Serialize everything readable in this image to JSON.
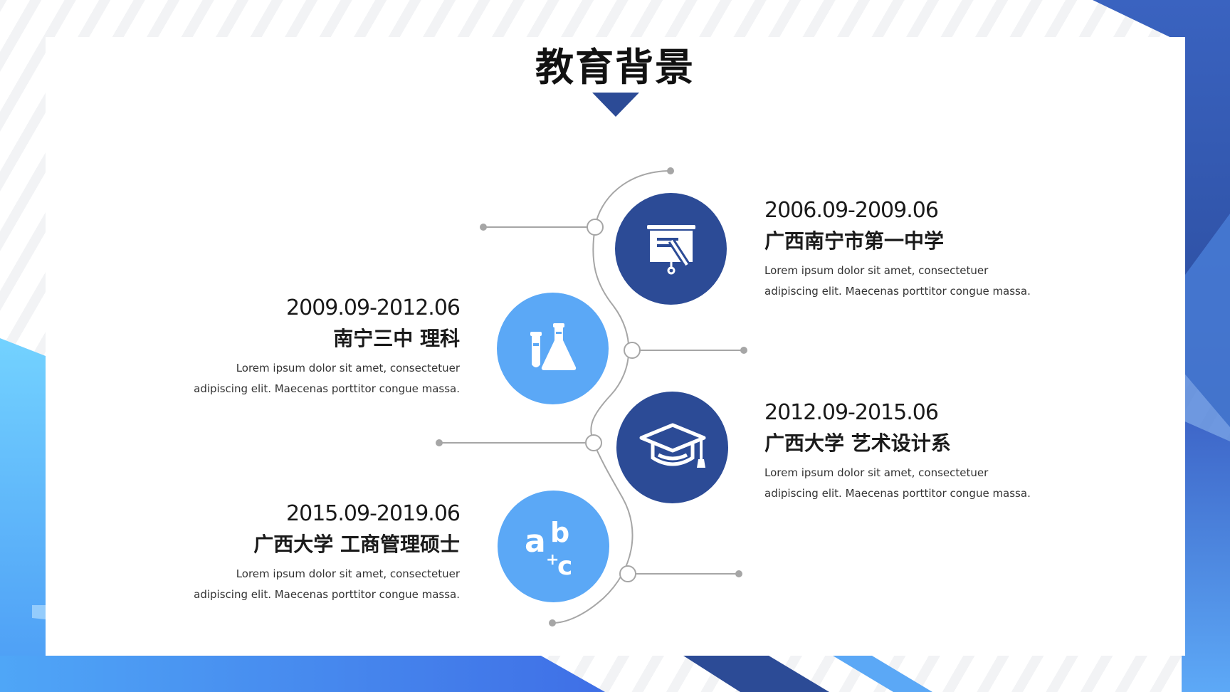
{
  "title": "教育背景",
  "colors": {
    "dark_blue": "#2c4b96",
    "light_blue": "#5ba8f6",
    "timeline_gray": "#a6a6a6"
  },
  "entries": [
    {
      "date": "2006.09-2009.06",
      "school": "广西南宁市第一中学",
      "desc_line1": "Lorem ipsum dolor sit amet, consectetuer",
      "desc_line2": "adipiscing elit. Maecenas porttitor congue massa.",
      "icon": "presentation-board-icon"
    },
    {
      "date": "2009.09-2012.06",
      "school": "南宁三中 理科",
      "desc_line1": "Lorem ipsum dolor sit amet, consectetuer",
      "desc_line2": "adipiscing elit. Maecenas porttitor congue massa.",
      "icon": "lab-flask-icon"
    },
    {
      "date": "2012.09-2015.06",
      "school": "广西大学 艺术设计系",
      "desc_line1": "Lorem ipsum dolor sit amet, consectetuer",
      "desc_line2": "adipiscing elit. Maecenas porttitor congue massa.",
      "icon": "graduation-cap-icon"
    },
    {
      "date": "2015.09-2019.06",
      "school": "广西大学 工商管理硕士",
      "desc_line1": "Lorem ipsum dolor sit amet, consectetuer",
      "desc_line2": "adipiscing elit. Maecenas porttitor congue massa.",
      "icon": "abc-letters-icon"
    }
  ],
  "abc_icon_text": {
    "a": "a",
    "b": "b",
    "plus": "+",
    "c": "c"
  }
}
